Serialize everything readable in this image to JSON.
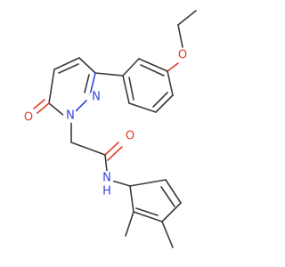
{
  "molecule": {
    "colors": {
      "bond": "#3a3a3a",
      "oxygen": "#e33b2a",
      "nitrogen": "#3341d8",
      "background": "#ffffff"
    },
    "atom_labels": {
      "ether_oxygen": "O",
      "ketone_oxygen": "O",
      "ring_nitrogen_1": "N",
      "ring_nitrogen_2": "N",
      "amide_oxygen": "O",
      "amide_nitrogen": "N",
      "amide_hydrogen": "H"
    }
  }
}
